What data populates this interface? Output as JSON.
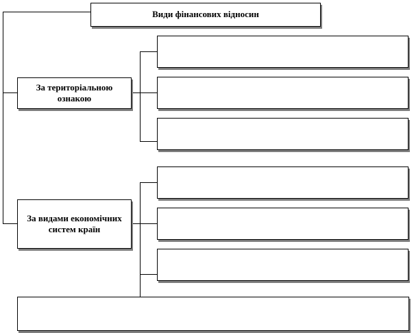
{
  "diagram": {
    "root": {
      "label": "Види фінансових відносин"
    },
    "categories": [
      {
        "label": "За територіальною ознакою"
      },
      {
        "label": "За видами економічних систем країн"
      }
    ],
    "sub_boxes": [
      "",
      "",
      "",
      "",
      "",
      ""
    ],
    "bottom_box": ""
  }
}
